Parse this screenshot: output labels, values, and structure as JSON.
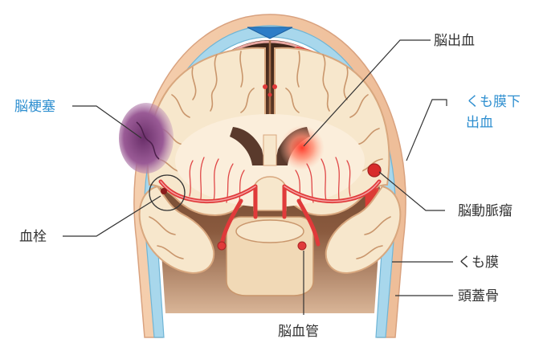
{
  "labels": {
    "cerebral_hemorrhage": "脳出血",
    "cerebral_infarction": "脳梗塞",
    "subarachnoid_line1": "くも膜下",
    "subarachnoid_line2": "出血",
    "thrombus": "血栓",
    "cerebral_aneurysm": "脳動脈瘤",
    "arachnoid": "くも膜",
    "skull": "頭蓋骨",
    "cerebral_vessel": "脳血管"
  },
  "colors": {
    "highlight_label": "#2f8fd0",
    "normal_label": "#333333",
    "skin": "#f2c9a6",
    "skull_blue": "#9fd3ea",
    "brain_tissue": "#f7e7cc",
    "brain_outline": "#d8a77e",
    "blood_red": "#e03a3a",
    "dark_cavity": "#4a2e22",
    "infarct_purple": "#7b3f7a"
  }
}
